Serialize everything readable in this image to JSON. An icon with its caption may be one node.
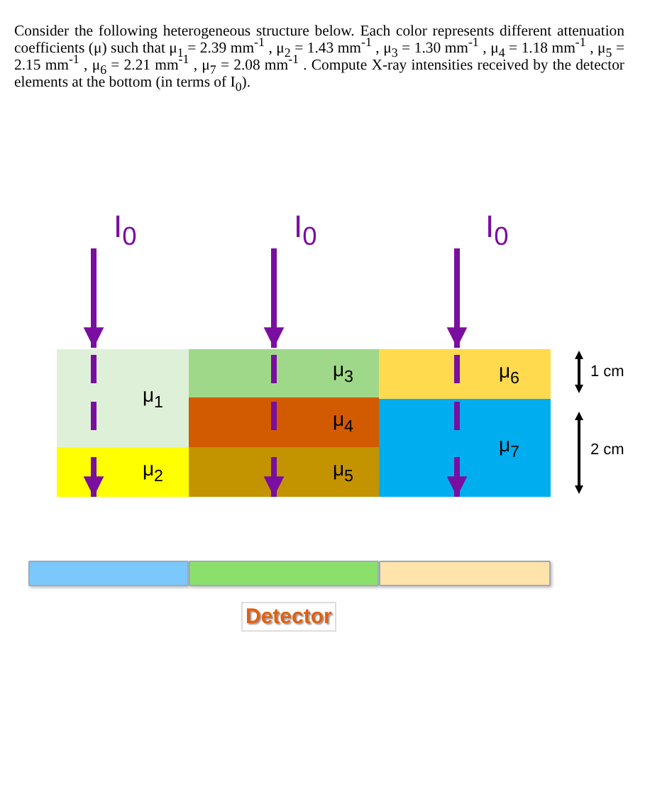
{
  "diagram": {
    "caption": "Consider the following heterogeneous structure below. Each color represents different attenuation coefficients (μ) such that μ$_{1}$ = 2.39 mm$^{-1}$ , μ$_{2}$ = 1.43 mm$^{-1}$ ,  μ$_{3}$ = 1.30 mm$^{-1}$ , μ$_{4}$ = 1.18 mm$^{-1}$ , μ$_{5}$ = 2.15 mm$^{-1}$ , μ$_{6}$ = 2.21 mm$^{-1}$ , μ$_{7}$ = 2.08 mm$^{-1}$ . Compute X-ray intensities received by the detector elements at the bottom (in terms of I$_{0}$).",
    "nodes": [
      {
        "text": [
          "I$_{0}$"
        ]
      },
      {
        "text": [
          "I$_{0}$"
        ]
      },
      {
        "text": [
          "I$_{0}$"
        ]
      },
      {
        "text": [
          "μ$_{1}$"
        ]
      },
      {
        "text": [
          "μ$_{2}$"
        ]
      },
      {
        "text": [
          "μ$_{3}$"
        ]
      },
      {
        "text": [
          "μ$_{4}$"
        ]
      },
      {
        "text": [
          "μ$_{5}$"
        ]
      },
      {
        "text": [
          "μ$_{6}$"
        ]
      },
      {
        "text": [
          "μ$_{7}$"
        ]
      },
      {
        "text": [],
        "shape": "bar"
      },
      {
        "text": [],
        "shape": "bar"
      },
      {
        "text": [],
        "shape": "bar"
      }
    ],
    "edges": [
      {
        "from": 0,
        "to": 3,
        "arrow": "to"
      },
      {
        "from": 3,
        "to": 4,
        "arrow": "to",
        "style": "dashed"
      },
      {
        "from": 1,
        "to": 5,
        "arrow": "to"
      },
      {
        "from": 5,
        "to": 6,
        "arrow": "none",
        "style": "dashed"
      },
      {
        "from": 6,
        "to": 7,
        "arrow": "to",
        "style": "dashed"
      },
      {
        "from": 2,
        "to": 8,
        "arrow": "to"
      },
      {
        "from": 8,
        "to": 9,
        "arrow": "to",
        "style": "dashed"
      }
    ],
    "labels": [
      "1 cm",
      "2 cm",
      "Detector"
    ]
  }
}
